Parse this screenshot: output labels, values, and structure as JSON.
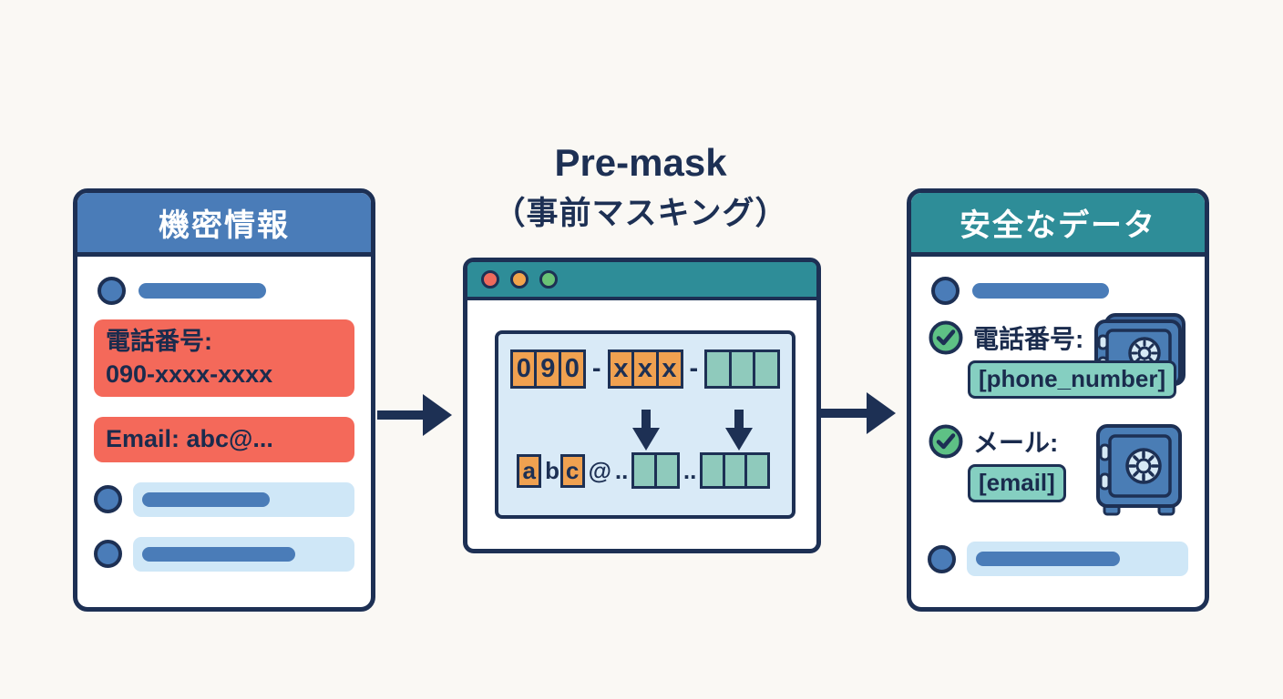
{
  "flow_title": {
    "line1": "Pre-mask",
    "line2": "（事前マスキング）"
  },
  "left_panel": {
    "title": "機密情報",
    "phone_item_line1": "電話番号:",
    "phone_item_line2": "090-xxxx-xxxx",
    "email_item": "Email: abc@..."
  },
  "mask_window": {
    "traffic_lights": [
      "red",
      "orange",
      "green"
    ],
    "phone_row": {
      "digit1": "0",
      "digit2": "9",
      "digit3": "0",
      "dash1": "-",
      "mask1": "x",
      "mask2": "x",
      "mask3": "x",
      "dash2": "-",
      "empty_cell_count": 3
    },
    "email_row": {
      "char1": "a",
      "char2": "b",
      "char3": "c",
      "at": "@",
      "ellipsis1": "..",
      "ellipsis2": "..",
      "empty_group1_count": 2,
      "empty_group2_count": 3
    }
  },
  "right_panel": {
    "title": "安全なデータ",
    "phone_label": "電話番号:",
    "phone_tag": "[phone_number]",
    "email_label": "メール:",
    "email_tag": "[email]"
  },
  "colors": {
    "outline_navy": "#1d3054",
    "header_blue": "#4a7cb8",
    "header_teal": "#2e8d98",
    "alert_red": "#f4695a",
    "cell_orange": "#f0a150",
    "cell_teal": "#8fcabc",
    "tag_teal": "#85cfc1",
    "check_green": "#5ec185",
    "safe_blue": "#4a7db5",
    "skeleton_light_blue": "#cfe7f7",
    "background": "#faf8f4"
  }
}
